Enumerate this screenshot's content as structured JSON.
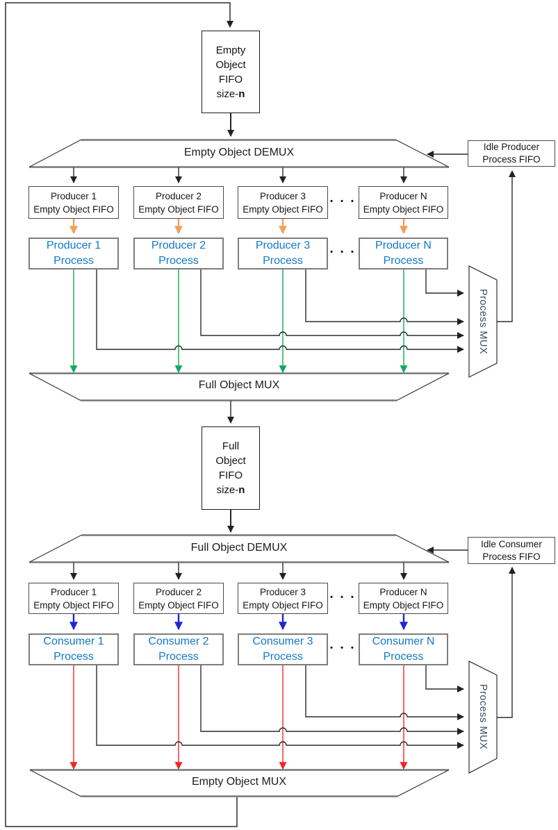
{
  "diagram": {
    "empty_object_fifo": {
      "lines": [
        "Empty",
        "Object",
        "FIFO"
      ],
      "size_prefix": "size-",
      "size_bold": "n"
    },
    "full_object_fifo": {
      "lines": [
        "Full",
        "Object",
        "FIFO"
      ],
      "size_prefix": "size-",
      "size_bold": "n"
    },
    "empty_object_demux_label": "Empty Object DEMUX",
    "full_object_mux_label": "Full Object MUX",
    "full_object_demux_label": "Full Object DEMUX",
    "empty_object_mux_label": "Empty Object MUX",
    "process_mux_label": "Process MUX",
    "idle_producer_fifo": {
      "lines": [
        "Idle Producer",
        "Process FIFO"
      ]
    },
    "idle_consumer_fifo": {
      "lines": [
        "Idle Consumer",
        "Process FIFO"
      ]
    },
    "ellipsis": "• • •",
    "producer_columns": [
      {
        "fifo": [
          "Producer 1",
          "Empty Object FIFO"
        ],
        "process": [
          "Producer 1",
          "Process"
        ]
      },
      {
        "fifo": [
          "Producer 2",
          "Empty Object FIFO"
        ],
        "process": [
          "Producer 2",
          "Process"
        ]
      },
      {
        "fifo": [
          "Producer 3",
          "Empty Object FIFO"
        ],
        "process": [
          "Producer 3",
          "Process"
        ]
      },
      {
        "fifo": [
          "Producer N",
          "Empty Object FIFO"
        ],
        "process": [
          "Producer N",
          "Process"
        ]
      }
    ],
    "consumer_columns": [
      {
        "fifo": [
          "Producer 1",
          "Empty Object FIFO"
        ],
        "process": [
          "Consumer 1",
          "Process"
        ]
      },
      {
        "fifo": [
          "Producer 2",
          "Empty Object FIFO"
        ],
        "process": [
          "Consumer 2",
          "Process"
        ]
      },
      {
        "fifo": [
          "Producer 3",
          "Empty Object FIFO"
        ],
        "process": [
          "Consumer 3",
          "Process"
        ]
      },
      {
        "fifo": [
          "Producer N",
          "Empty Object FIFO"
        ],
        "process": [
          "Consumer N",
          "Process"
        ]
      }
    ],
    "colors": {
      "producer_feed_arrow": "#f1a05a",
      "producer_output_arrow": "#10ab5c",
      "consumer_feed_arrow": "#2323d6",
      "consumer_output_arrow": "#f42525",
      "process_box_text": "#1079c8",
      "process_mux_text": "#3b4b63"
    }
  }
}
